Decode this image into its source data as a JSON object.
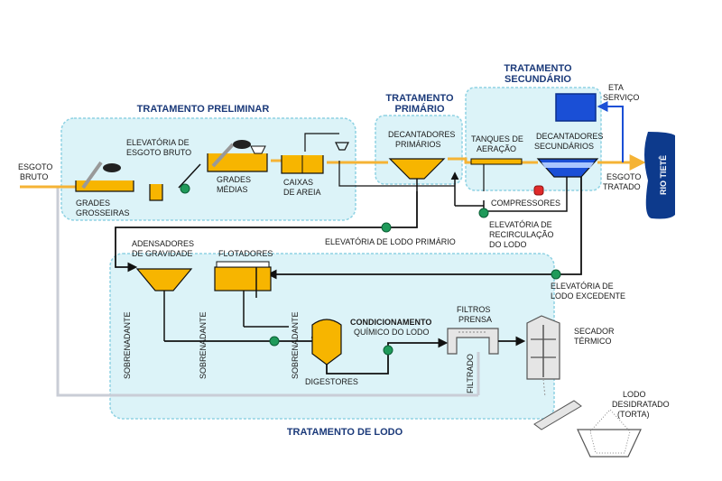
{
  "sections": {
    "preliminar": "TRATAMENTO PRELIMINAR",
    "primario": [
      "TRATAMENTO",
      "PRIMÁRIO"
    ],
    "secundario": [
      "TRATAMENTO",
      "SECUNDÁRIO"
    ],
    "lodo": "TRATAMENTO DE LODO"
  },
  "labels": {
    "esgoto_bruto": [
      "ESGOTO",
      "BRUTO"
    ],
    "grades_grosseiras": [
      "GRADES",
      "GROSSEIRAS"
    ],
    "elevatoria_esgoto_bruto": [
      "ELEVATÓRIA DE",
      "ESGOTO BRUTO"
    ],
    "grades_medias": [
      "GRADES",
      "MÉDIAS"
    ],
    "caixas_de_areia": [
      "CAIXAS",
      "DE AREIA"
    ],
    "decantadores_primarios": [
      "DECANTADORES",
      "PRIMÁRIOS"
    ],
    "tanques_de_aeracao": [
      "TANQUES DE",
      "AERAÇÃO"
    ],
    "decantadores_secundarios": [
      "DECANTADORES",
      "SECUNDÁRIOS"
    ],
    "eta_servico": [
      "ETA",
      "SERVIÇO"
    ],
    "esgoto_tratado": [
      "ESGOTO",
      "TRATADO"
    ],
    "rio_tiete": "RIO TIETÊ",
    "compressores": "COMPRESSORES",
    "elevatoria_recirculacao": [
      "ELEVATÓRIA DE",
      "RECIRCULAÇÃO",
      "DO LODO"
    ],
    "elevatoria_lodo_primario": "ELEVATÓRIA DE LODO PRIMÁRIO",
    "adensadores": [
      "ADENSADORES",
      "DE GRAVIDADE"
    ],
    "flotadores": "FLOTADORES",
    "elevatoria_lodo_excedente": [
      "ELEVATÓRIA DE",
      "LODO EXCEDENTE"
    ],
    "sobrenadante": "SOBRENADANTE",
    "condicionamento": [
      "CONDICIONAMENTO",
      "QUÍMICO DO LODO"
    ],
    "filtros_prensa": [
      "FILTROS",
      "PRENSA"
    ],
    "secador_termico": [
      "SECADOR",
      "TÉRMICO"
    ],
    "digestores": "DIGESTORES",
    "filtrado": "FILTRADO",
    "lodo_desidratado": [
      "LODO",
      "DESIDRATADO",
      "(TORTA)"
    ]
  },
  "colors": {
    "zone_fill": "#dcf3f8",
    "zone_border": "#8fd2e3",
    "tank_yellow": "#f7b500",
    "flow_orange": "#f5b335",
    "sludge_line": "#111111",
    "return_gray": "#c9cdd6",
    "eta_blue": "#1a4fd6",
    "river_navy": "#0d3a8c",
    "pump_green": "#1f9a5a",
    "compressor_red": "#e02a2a"
  }
}
